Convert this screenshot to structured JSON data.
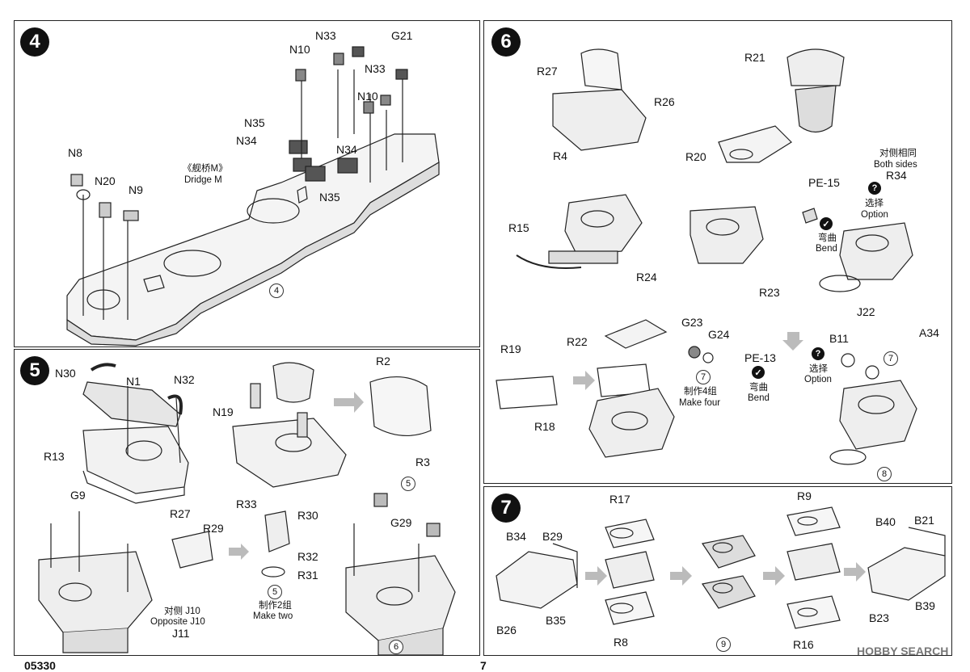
{
  "steps": {
    "s4": {
      "number": "4"
    },
    "s5": {
      "number": "5"
    },
    "s6": {
      "number": "6"
    },
    "s7": {
      "number": "7"
    }
  },
  "step4": {
    "labels": [
      "N33",
      "G21",
      "N10",
      "N33",
      "N10",
      "N35",
      "N34",
      "N34",
      "N35",
      "N8",
      "N20",
      "N9"
    ],
    "bridge_cn": "《舰桥M》",
    "bridge_en": "Dridge M",
    "subassembly": "4"
  },
  "step5": {
    "labels": [
      "N30",
      "N1",
      "N32",
      "R13",
      "N19",
      "R2",
      "R3",
      "G9",
      "R27",
      "R29",
      "R33",
      "R30",
      "R32",
      "R31",
      "G29"
    ],
    "opposite_cn": "对侧 J10",
    "opposite_en": "Opposite J10",
    "j11": "J11",
    "make_cn": "制作2组",
    "make_en": "Make two",
    "sub_a": "5",
    "sub_b": "5",
    "sub_c": "6"
  },
  "step6": {
    "labels": [
      "R27",
      "R26",
      "R4",
      "R21",
      "R20",
      "R15",
      "R24",
      "R23",
      "R19",
      "R18",
      "R22",
      "G23",
      "G24",
      "B11",
      "J22",
      "A34"
    ],
    "both_cn": "对侧相同",
    "both_en": "Both sides",
    "r34": "R34",
    "pe15": "PE-15",
    "pe13": "PE-13",
    "option_cn": "选择",
    "option_en": "Option",
    "bend_cn": "弯曲",
    "bend_en": "Bend",
    "option2_cn": "选择",
    "option2_en": "Option",
    "bend2_cn": "弯曲",
    "bend2_en": "Bend",
    "makefour_cn": "制作4组",
    "makefour_en": "Make four",
    "sub_7a": "7",
    "sub_7b": "7",
    "sub_8": "8"
  },
  "step7": {
    "labels": [
      "R17",
      "B34",
      "B29",
      "R9",
      "B40",
      "B21",
      "B26",
      "B35",
      "R8",
      "R16",
      "B23",
      "B39"
    ],
    "sub_9": "9"
  },
  "footer": {
    "left": "05330",
    "center": "7",
    "watermark": "HOBBY SEARCH"
  }
}
